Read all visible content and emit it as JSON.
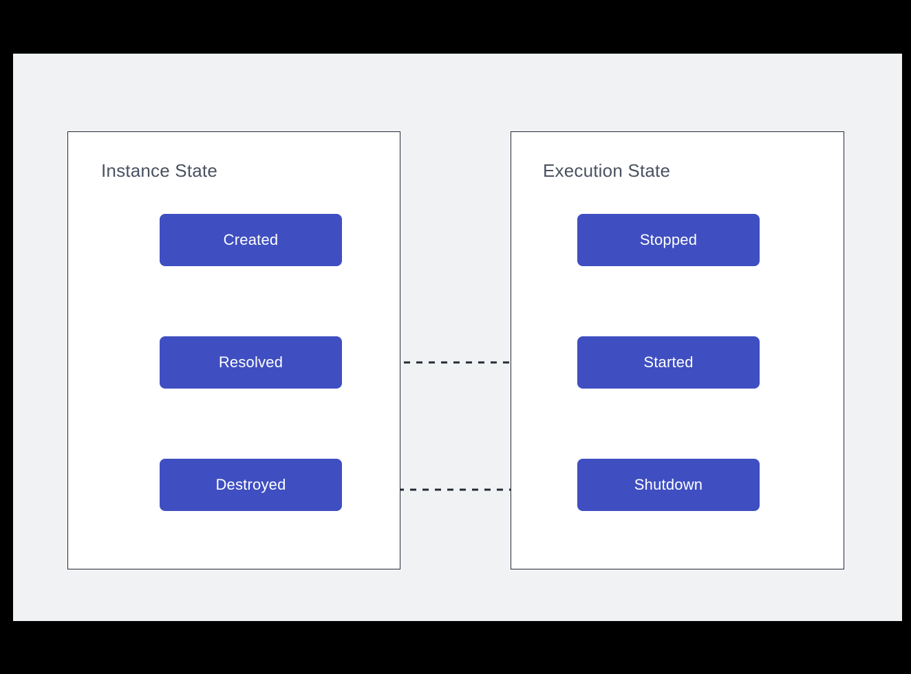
{
  "diagram": {
    "title": "Instance State and Execution State lifecycle diagram",
    "background_color": "#f0f2f4",
    "frame_color": "#000000",
    "panel_background": "#ffffff",
    "panel_border_color": "#232a33",
    "node_fill_color": "#3f4fc1",
    "node_text_color": "#ffffff",
    "title_text_color": "#4a5260",
    "edge_color": "#232a33"
  },
  "panels": [
    {
      "id": "instance-state",
      "title": "Instance State",
      "nodes": [
        {
          "id": "created",
          "label": "Created"
        },
        {
          "id": "resolved",
          "label": "Resolved"
        },
        {
          "id": "destroyed",
          "label": "Destroyed"
        }
      ]
    },
    {
      "id": "execution-state",
      "title": "Execution State",
      "nodes": [
        {
          "id": "stopped",
          "label": "Stopped"
        },
        {
          "id": "started",
          "label": "Started"
        },
        {
          "id": "shutdown",
          "label": "Shutdown"
        }
      ]
    }
  ],
  "edges": [
    {
      "id": "created-to-resolved",
      "from": "created",
      "to": "resolved",
      "style": "solid",
      "arrows": "end"
    },
    {
      "id": "resolved-to-destroyed",
      "from": "resolved",
      "to": "destroyed",
      "style": "solid",
      "arrows": "end"
    },
    {
      "id": "created-to-destroyed",
      "from": "created",
      "to": "destroyed",
      "style": "solid",
      "arrows": "end",
      "routing": "left-bypass"
    },
    {
      "id": "stopped-started",
      "from": "stopped",
      "to": "started",
      "style": "solid",
      "arrows": "both"
    },
    {
      "id": "stopped-to-shutdown",
      "from": "stopped",
      "to": "shutdown",
      "style": "solid",
      "arrows": "end",
      "routing": "right-bypass"
    },
    {
      "id": "resolved-to-started",
      "from": "resolved",
      "to": "started",
      "style": "dashed",
      "arrows": "end"
    },
    {
      "id": "shutdown-to-destroyed",
      "from": "shutdown",
      "to": "destroyed",
      "style": "dashed",
      "arrows": "end"
    }
  ]
}
